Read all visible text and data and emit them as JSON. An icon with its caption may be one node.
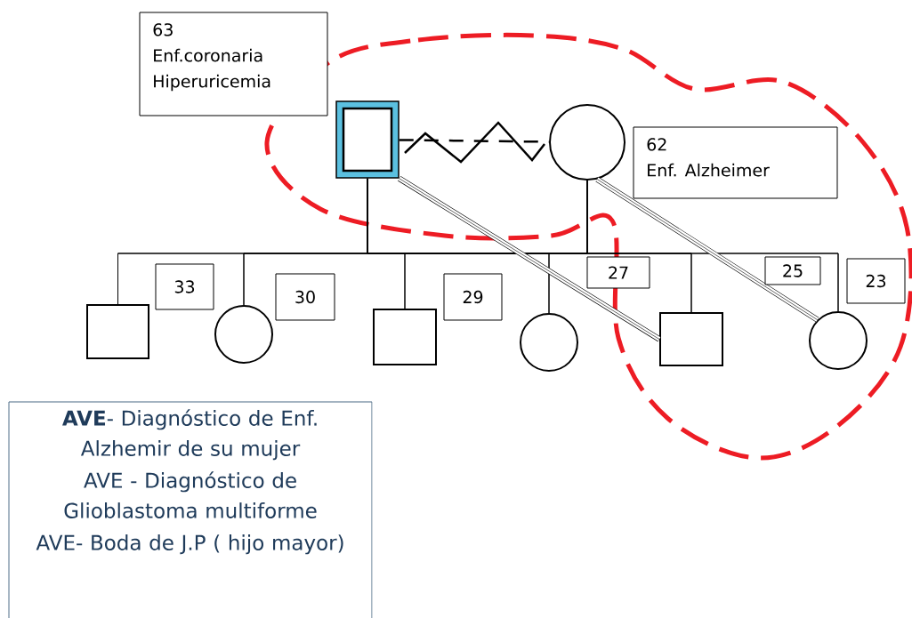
{
  "diagram": {
    "nodes": [
      {
        "text": [
          "63",
          "Enf.coronaria",
          "Hiperuricemia"
        ]
      },
      {
        "text": [],
        "shape": "box"
      },
      {
        "text": [],
        "shape": "circle"
      },
      {
        "text": [
          "62",
          "Enf. Alzheimer"
        ]
      },
      {
        "text": [],
        "shape": "box"
      },
      {
        "text": [
          "33"
        ]
      },
      {
        "text": [],
        "shape": "circle"
      },
      {
        "text": [
          "30"
        ]
      },
      {
        "text": [],
        "shape": "box"
      },
      {
        "text": [
          "29"
        ]
      },
      {
        "text": [],
        "shape": "circle"
      },
      {
        "text": [
          "27"
        ]
      },
      {
        "text": [],
        "shape": "box"
      },
      {
        "text": [
          "25"
        ]
      },
      {
        "text": [],
        "shape": "circle"
      },
      {
        "text": [
          "23"
        ]
      },
      {
        "text": [
          "**AVE**- Diagnóstico de Enf. Alzhemir de su mujer",
          "AVE - Diagnóstico de Glioblastoma multiforme",
          "AVE- Boda de J.P ( hijo mayor)"
        ]
      }
    ],
    "edges": [
      {
        "from": 1,
        "to": 2,
        "arrow": "none",
        "style": "dashed"
      },
      {
        "from": 1,
        "to": 4,
        "arrow": "none"
      },
      {
        "from": 1,
        "to": 6,
        "arrow": "none"
      },
      {
        "from": 1,
        "to": 8,
        "arrow": "none"
      },
      {
        "from": 1,
        "to": 10,
        "arrow": "none"
      },
      {
        "from": 1,
        "to": 12,
        "arrow": "none"
      },
      {
        "from": 1,
        "to": 14,
        "arrow": "none"
      },
      {
        "from": 2,
        "to": 4,
        "arrow": "none"
      },
      {
        "from": 2,
        "to": 6,
        "arrow": "none"
      },
      {
        "from": 2,
        "to": 8,
        "arrow": "none"
      },
      {
        "from": 2,
        "to": 10,
        "arrow": "none"
      },
      {
        "from": 2,
        "to": 12,
        "arrow": "none"
      },
      {
        "from": 2,
        "to": 14,
        "arrow": "none"
      },
      {
        "from": 1,
        "to": 12,
        "arrow": "none",
        "style": "thick"
      },
      {
        "from": 2,
        "to": 14,
        "arrow": "none",
        "style": "thick"
      }
    ]
  }
}
